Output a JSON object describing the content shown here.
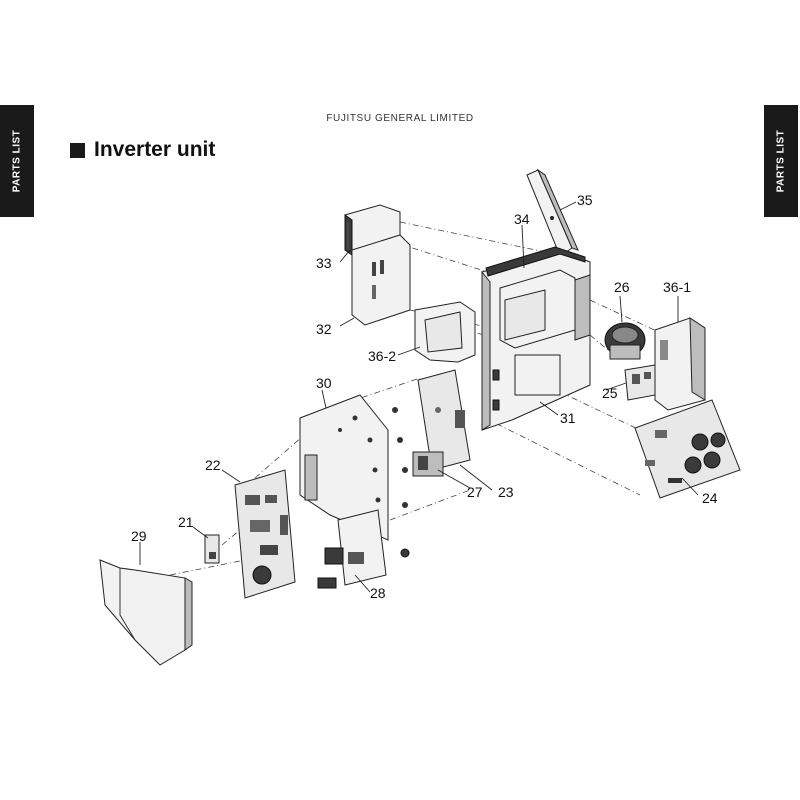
{
  "header": {
    "side_tab_text": "PARTS LIST",
    "brand": "FUJITSU GENERAL LIMITED",
    "title": "Inverter unit"
  },
  "diagram": {
    "part_labels": [
      "35",
      "34",
      "33",
      "26",
      "36-1",
      "32",
      "36-2",
      "30",
      "25",
      "31",
      "22",
      "27",
      "23",
      "24",
      "21",
      "29",
      "28"
    ]
  }
}
